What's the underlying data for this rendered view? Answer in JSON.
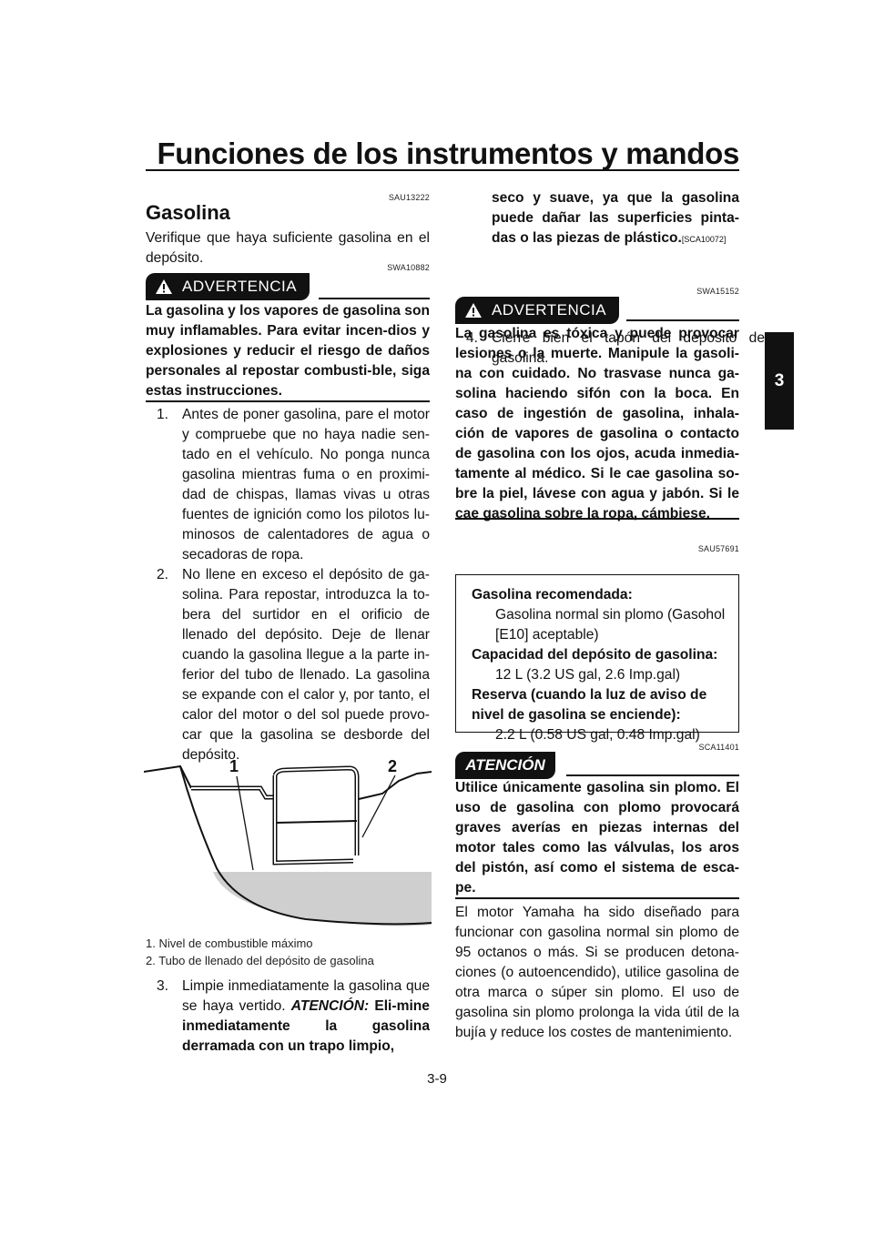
{
  "header": {
    "title": "Funciones de los instrumentos y mandos",
    "chapter": "3"
  },
  "left": {
    "code_section": "SAU13222",
    "heading": "Gasolina",
    "intro": "Verifique que haya suficiente gasolina en el depósito.",
    "code_warning": "SWA10882",
    "warning_label": "ADVERTENCIA",
    "warning_text": "La gasolina y los vapores de gasolina son muy inflamables. Para evitar incen-dios y explosiones y reducir el riesgo de daños personales al repostar combusti-ble, siga estas instrucciones.",
    "steps": [
      {
        "num": "1.",
        "text": "Antes de poner gasolina, pare el motor y compruebe que no haya nadie sen-tado en el vehículo. No ponga nunca gasolina mientras fuma o en proximi-dad de chispas, llamas vivas u otras fuentes de ignición como los pilotos lu-minosos de calentadores de agua o secadoras de ropa."
      },
      {
        "num": "2.",
        "text": "No llene en exceso el depósito de ga-solina. Para repostar, introduzca la to-bera del surtidor en el orificio de llenado del depósito. Deje de llenar cuando la gasolina llegue a la parte in-ferior del tubo de llenado. La gasolina se expande con el calor y, por tanto, el calor del motor o del sol puede provo-car que la gasolina se desborde del depósito."
      }
    ],
    "figure": {
      "callouts": [
        "1",
        "2"
      ],
      "legend": [
        "1.  Nivel de combustible máximo",
        "2.  Tubo de llenado del depósito de gasolina"
      ]
    },
    "step3": {
      "num": "3.",
      "text": "Limpie inmediatamente la gasolina que se haya vertido.",
      "atencion_label": "ATENCIÓN:",
      "atencion_text": "Eli-mine inmediatamente la gasolina derramada con un trapo limpio,"
    }
  },
  "right": {
    "step3_cont": "seco y suave, ya que la gasolina puede dañar las superficies pinta-das o las piezas de plástico.",
    "step3_code": "[SCA10072]",
    "step4": {
      "num": "4.",
      "text": "Cierre bien el tapón del depósito de gasolina."
    },
    "code_warning2": "SWA15152",
    "warning_label": "ADVERTENCIA",
    "warning2_text": "La gasolina es tóxica y puede provocar lesiones o la muerte. Manipule la gasoli-na con cuidado. No trasvase nunca ga-solina haciendo sifón con la boca. En caso de ingestión de gasolina, inhala-ción de vapores de gasolina o contacto de gasolina con los ojos, acuda inmedia-tamente al médico. Si le cae gasolina so-bre la piel, lávese con agua y jabón. Si le cae gasolina sobre la ropa, cámbiese.",
    "code_spec": "SAU57691",
    "spec": {
      "rec_label": "Gasolina recomendada:",
      "rec_value": "Gasolina normal sin plomo (Gasohol [E10] aceptable)",
      "cap_label": "Capacidad del depósito de gasolina:",
      "cap_value": "12 L (3.2 US gal, 2.6 Imp.gal)",
      "res_label": "Reserva (cuando la luz de aviso de nivel de gasolina se enciende):",
      "res_value": "2.2 L (0.58 US gal, 0.48 Imp.gal)"
    },
    "code_caution": "SCA11401",
    "caution_label": "ATENCIÓN",
    "caution_text": "Utilice únicamente gasolina sin plomo. El uso de gasolina con plomo provocará graves averías en piezas internas del motor tales como las válvulas, los aros del pistón, así como el sistema de esca-pe.",
    "body_text": "El motor Yamaha ha sido diseñado para funcionar con gasolina normal sin plomo de 95 octanos o más. Si se producen detona-ciones (o autoencendido), utilice gasolina de otra marca o súper sin plomo. El uso de gasolina sin plomo prolonga la vida útil de la bujía y reduce los costes de mantenimiento."
  },
  "footer": {
    "page_number": "3-9"
  }
}
